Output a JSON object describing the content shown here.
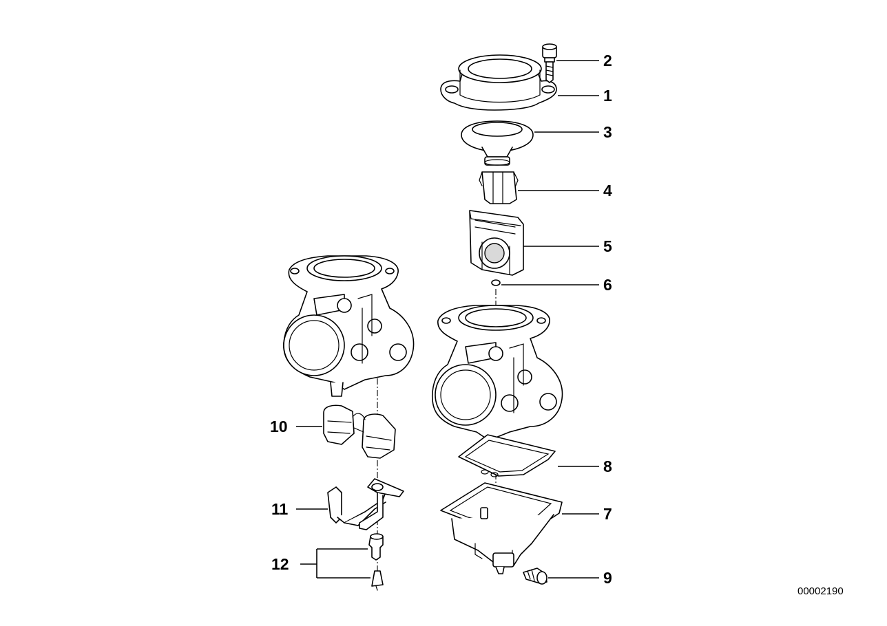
{
  "callouts": [
    {
      "number": "1"
    },
    {
      "number": "2"
    },
    {
      "number": "3"
    },
    {
      "number": "4"
    },
    {
      "number": "5"
    },
    {
      "number": "6"
    },
    {
      "number": "7"
    },
    {
      "number": "8"
    },
    {
      "number": "9"
    },
    {
      "number": "10"
    },
    {
      "number": "11"
    },
    {
      "number": "12"
    }
  ],
  "diagram_code": "00002190"
}
